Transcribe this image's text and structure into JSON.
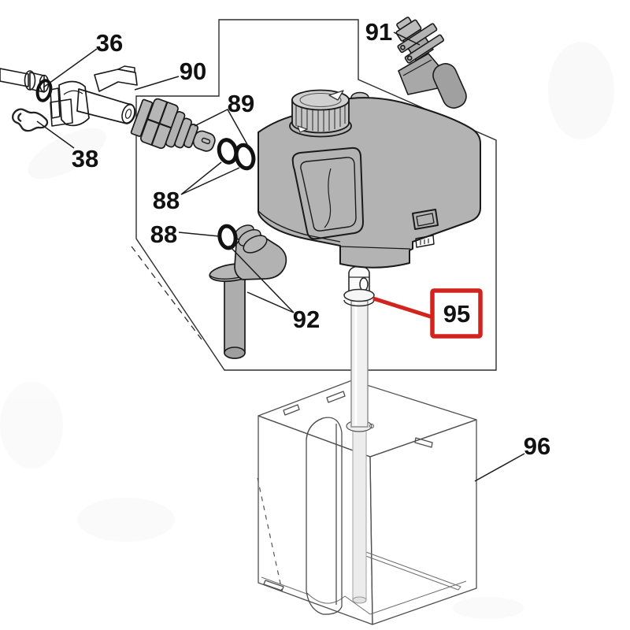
{
  "diagram": {
    "labels": {
      "part36": "36",
      "part90": "90",
      "part38": "38",
      "part89": "89",
      "part88a": "88",
      "part88b": "88",
      "part91": "91",
      "part92": "92",
      "part95": "95",
      "part96": "96"
    },
    "highlight": {
      "selected_part": "95",
      "color": "#d2241e"
    },
    "colors": {
      "part_gray": "#b4b4b4",
      "part_gray_light": "#c6c6c6",
      "part_gray_dark": "#a2a2a2",
      "outline": "#1a1a1a",
      "container_top": "#f3f4f4",
      "container_left": "#e9ebeb",
      "container_right": "#eff1f1",
      "boundary": "#2e2e2e",
      "background": "#ffffff"
    }
  }
}
